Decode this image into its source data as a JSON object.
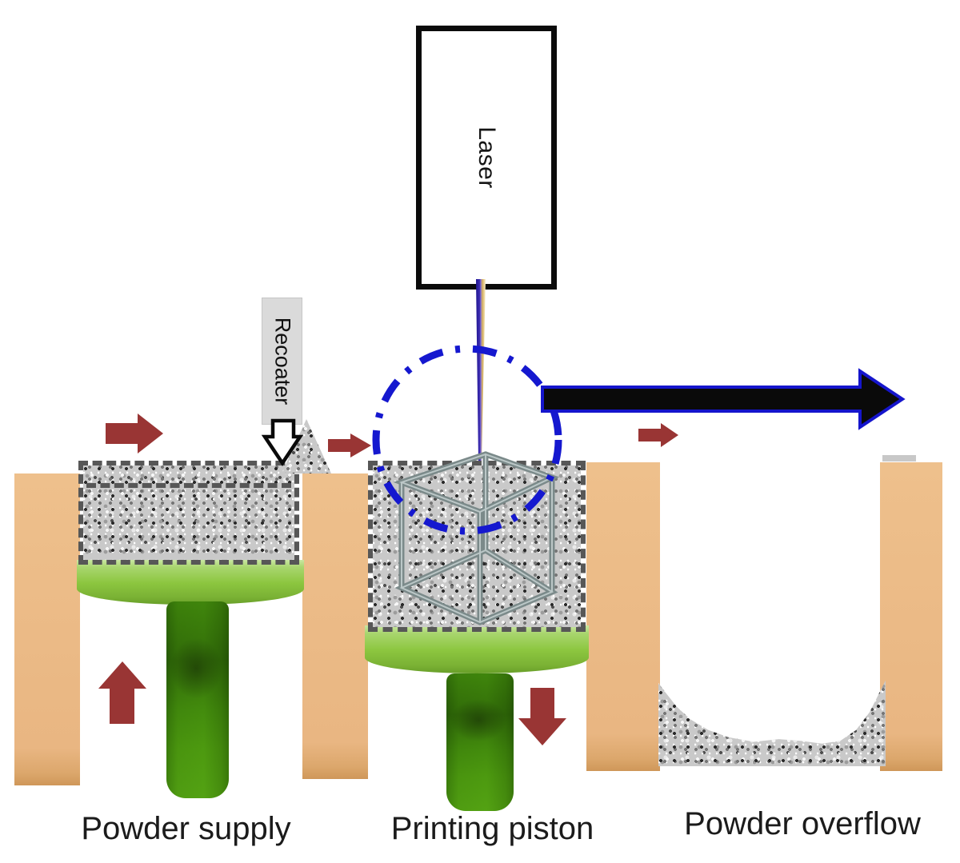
{
  "diagram": {
    "type": "powder-bed-fusion process schematic",
    "labels": {
      "laser": "Laser",
      "recoater": "Recoater",
      "powder_supply": "Powder supply",
      "printing_piston": "Printing piston",
      "powder_overflow": "Powder overflow"
    },
    "colors": {
      "wall_tan": "#eab884",
      "piston_green": "#8cc63f",
      "motion_arrow_red": "#993534",
      "scan_circle_blue": "#1518cf",
      "scan_arrow_fill": "#0a0a0a",
      "scan_arrow_outline": "#1515cc",
      "powder_gray": "#c9c9c9",
      "beam_blue": "#2d1fa6",
      "beam_gold": "#d9ae5e",
      "cube_gray": "#7b8a8a",
      "recoater_gray": "#dadada"
    },
    "arrows": [
      {
        "name": "recoater-traverse-arrow",
        "direction": "right"
      },
      {
        "name": "powder-spread-arrow",
        "direction": "right"
      },
      {
        "name": "scan-direction-arrow",
        "direction": "right"
      },
      {
        "name": "overflow-arrow",
        "direction": "right"
      },
      {
        "name": "supply-piston-arrow",
        "direction": "up"
      },
      {
        "name": "build-piston-arrow",
        "direction": "down"
      },
      {
        "name": "recoater-down-arrow",
        "direction": "down"
      }
    ]
  }
}
